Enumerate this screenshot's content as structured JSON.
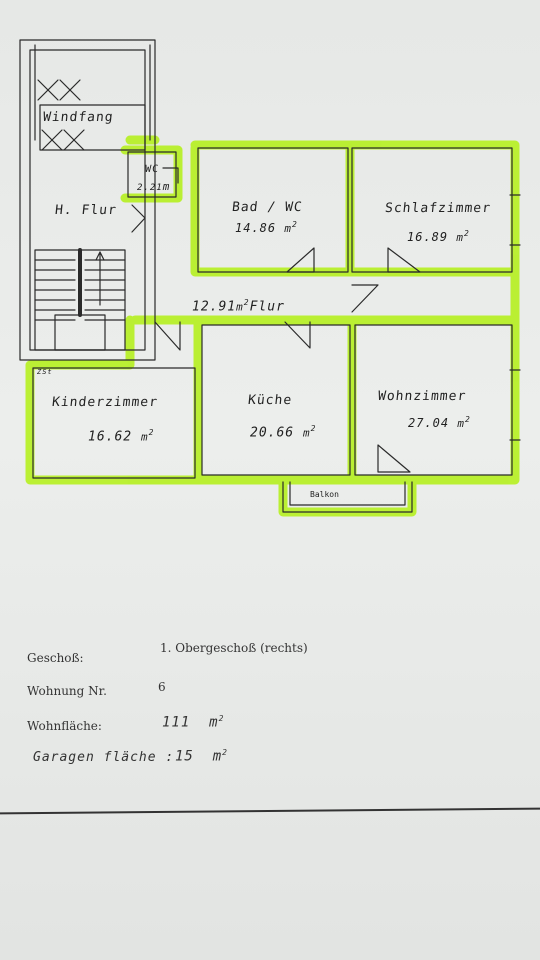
{
  "floorplan": {
    "rooms": [
      {
        "name": "Windfang",
        "area": ""
      },
      {
        "name": "WC",
        "area": "2.21"
      },
      {
        "name": "H. Flur",
        "area": ""
      },
      {
        "name": "Bad / WC",
        "area": "14.86"
      },
      {
        "name": "Schlafzimmer",
        "area": "16.89"
      },
      {
        "name": "Flur",
        "area": "12.91"
      },
      {
        "name": "Kinderzimmer",
        "area": "16.62"
      },
      {
        "name": "Küche",
        "area": "20.66"
      },
      {
        "name": "Wohnzimmer",
        "area": "27.04"
      }
    ],
    "unit": "m",
    "balcony": "Balkon",
    "marker": "ZSt"
  },
  "info": {
    "floor_label": "Geschoß:",
    "floor_value": "1. Obergeschoß (rechts)",
    "unit_label": "Wohnung Nr.",
    "unit_value": "6",
    "area_label": "Wohnfläche:",
    "area_value": "111",
    "area_unit": "m",
    "garage_label": "Garagen fläche :",
    "garage_value": "15",
    "garage_unit": "m"
  },
  "colors": {
    "highlight": "#b8f02a",
    "ink": "#2a2a2a"
  }
}
